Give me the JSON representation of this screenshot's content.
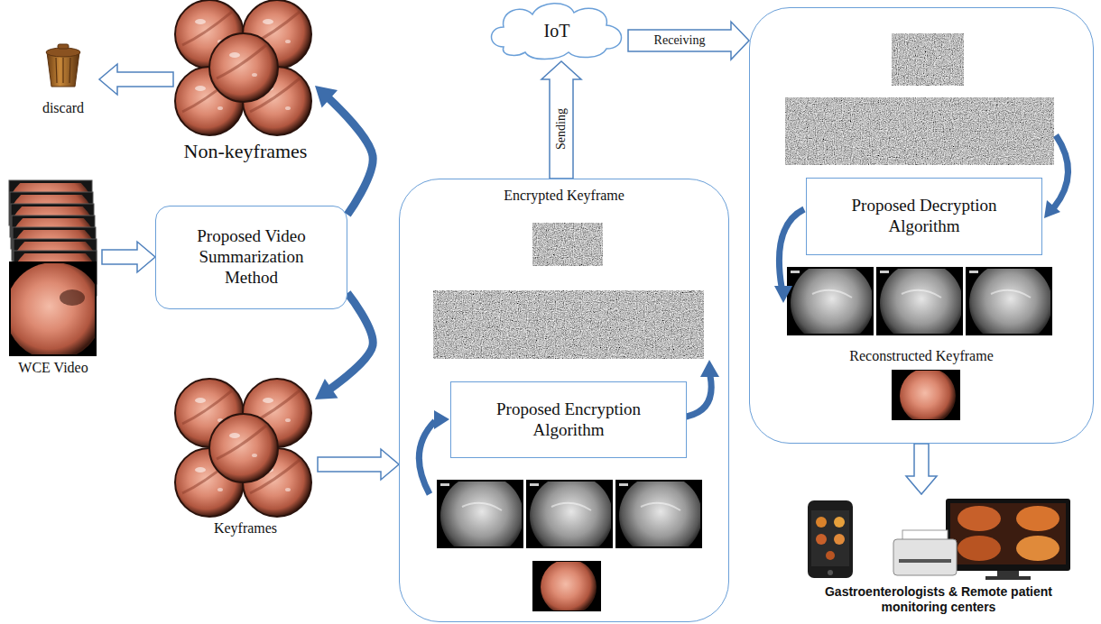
{
  "diagram": {
    "nodes": [
      {
        "text": [
          "Non-keyframes"
        ]
      },
      {
        "text": [
          "discard"
        ]
      },
      {
        "text": [
          "WCE Video"
        ]
      },
      {
        "text": [
          "Proposed Video Summarization Method"
        ]
      },
      {
        "text": [
          "Keyframes"
        ]
      },
      {
        "text": [
          "Encrypted Keyframe"
        ]
      },
      {
        "text": [
          "Proposed Encryption Algorithm"
        ],
        "in": 5
      },
      {
        "text": [
          "IoT"
        ]
      },
      {
        "text": [
          "Reconstructed Keyframe"
        ]
      },
      {
        "text": [
          "Proposed Decryption Algorithm"
        ],
        "in": 8
      },
      {
        "text": [
          "Gastroenterologists & Remote patient monitoring centers"
        ]
      }
    ],
    "edges": [
      {
        "from": 2,
        "to": 3,
        "arrow": "to"
      },
      {
        "from": 3,
        "to": 0,
        "arrow": "to"
      },
      {
        "from": 0,
        "to": 1,
        "arrow": "to"
      },
      {
        "from": 3,
        "to": 4,
        "arrow": "to"
      },
      {
        "from": 4,
        "to": 5,
        "arrow": "to"
      },
      {
        "from": 5,
        "to": 7,
        "label": "Sending",
        "arrow": "to"
      },
      {
        "from": 7,
        "to": 8,
        "label": "Receiving",
        "arrow": "to"
      },
      {
        "from": 8,
        "to": 10,
        "arrow": "to"
      }
    ]
  }
}
